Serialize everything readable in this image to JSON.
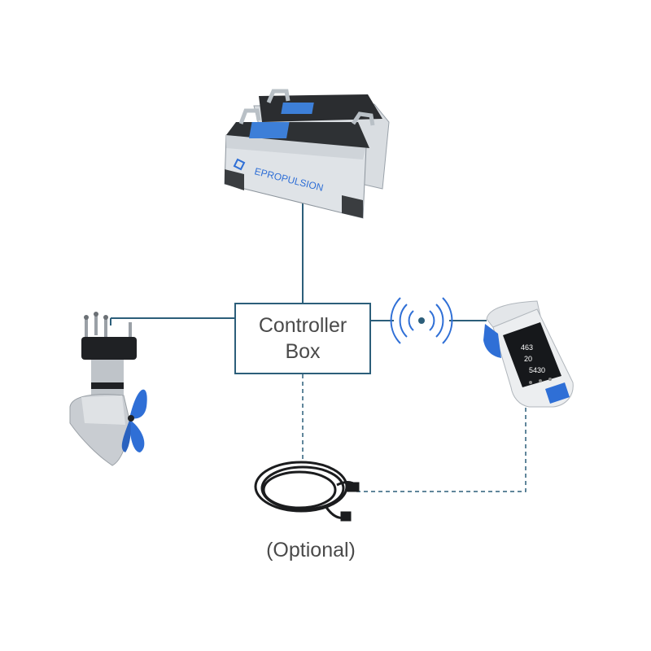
{
  "battery": {
    "brand": "EPROPULSION",
    "icon": "battery-pack-icon"
  },
  "controller_box": {
    "line1": "Controller",
    "line2": "Box"
  },
  "optional_label": "(Optional)",
  "motor": {
    "icon": "pod-motor-icon"
  },
  "remote": {
    "icon": "remote-throttle-icon",
    "wireless_icon": "wireless-signal-icon"
  },
  "cable": {
    "icon": "cable-coil-icon"
  },
  "colors": {
    "line": "#2c5e7a",
    "accent_blue": "#2f6fd6",
    "text": "#4a4a4a"
  }
}
